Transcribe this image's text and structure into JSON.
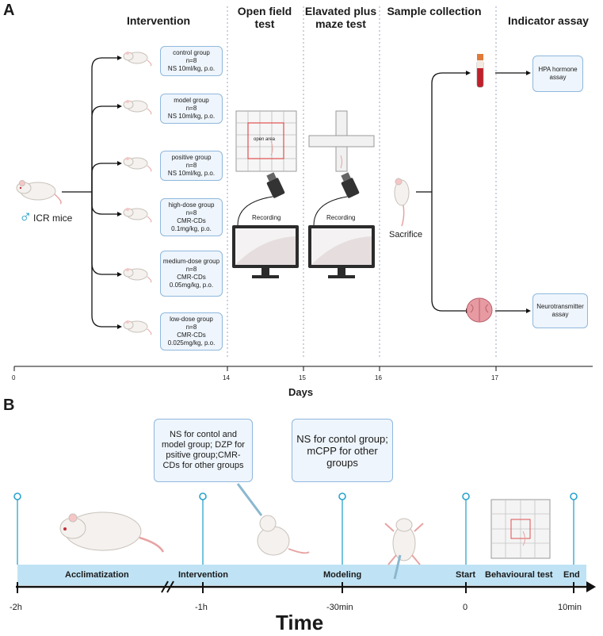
{
  "panel_a": {
    "letter": "A",
    "col_titles": {
      "intervention": "Intervention",
      "open_field": "Open field test",
      "epm": "Elavated plus maze test",
      "sample": "Sample collection",
      "indicator": "Indicator assay"
    },
    "mice_label": "ICR mice",
    "male_symbol": "♂",
    "groups": [
      {
        "name": "control group",
        "n": "n=8",
        "drug": "NS 10ml/kg, p.o."
      },
      {
        "name": "model group",
        "n": "n=8",
        "drug": "NS 10ml/kg, p.o."
      },
      {
        "name": "positive group",
        "n": "n=8",
        "drug": "NS 10ml/kg, p.o."
      },
      {
        "name": "high-dose group",
        "n": "n=8",
        "drug": "CMR-CDs",
        "dose": "0.1mg/kg, p.o."
      },
      {
        "name": "medium-dose group",
        "n": "n=8",
        "drug": "CMR-CDs",
        "dose": "0.05mg/kg, p.o."
      },
      {
        "name": "low-dose group",
        "n": "n=8",
        "drug": "CMR-CDs",
        "dose": "0.025mg/kg, p.o."
      }
    ],
    "open_area_label": "open area",
    "recording_label": "Recording",
    "recording_label_2": "Recording",
    "sacrifice_label": "Sacrifice",
    "assays": {
      "hpa": "HPA hormone assay",
      "neuro": "Neurotransmitter assay"
    },
    "axis": {
      "ticks": [
        "0",
        "14",
        "15",
        "16",
        "17"
      ],
      "label": "Days"
    }
  },
  "panel_b": {
    "letter": "B",
    "box1": "NS for contol and model group; DZP for psitive group;CMR-CDs for other groups",
    "box2": "NS for contol group; mCPP for other groups",
    "bar_labels": {
      "acclimatization": "Acclimatization",
      "intervention": "Intervention",
      "modeling": "Modeling",
      "start": "Start",
      "behavioural": "Behavioural test",
      "end": "End"
    },
    "ticks": [
      "-2h",
      "-1h",
      "-30min",
      "0",
      "10min"
    ],
    "axis_label": "Time"
  },
  "colors": {
    "box_fill": "#eef5fc",
    "box_border": "#8fb8dd",
    "timeline_bar": "#bfe3f5",
    "marker": "#2aa3cc",
    "blood": "#c0202a",
    "brain": "#e79aa2"
  }
}
